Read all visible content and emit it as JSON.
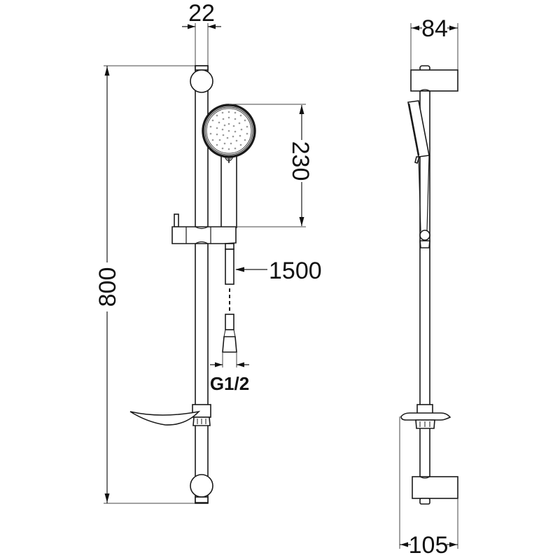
{
  "drawing": {
    "title": "Shower rail set technical drawing",
    "views": [
      "front-view",
      "side-view"
    ]
  },
  "dimensions": {
    "rail_diameter": "22",
    "total_height": "800",
    "handshower_length": "230",
    "hose_length": "1500",
    "hose_connection": "G1/2",
    "top_bracket_depth": "84",
    "bottom_bracket_depth": "105"
  },
  "colors": {
    "line": "#1a1a1a",
    "background": "#ffffff",
    "nozzle": "#9a9a9a"
  }
}
